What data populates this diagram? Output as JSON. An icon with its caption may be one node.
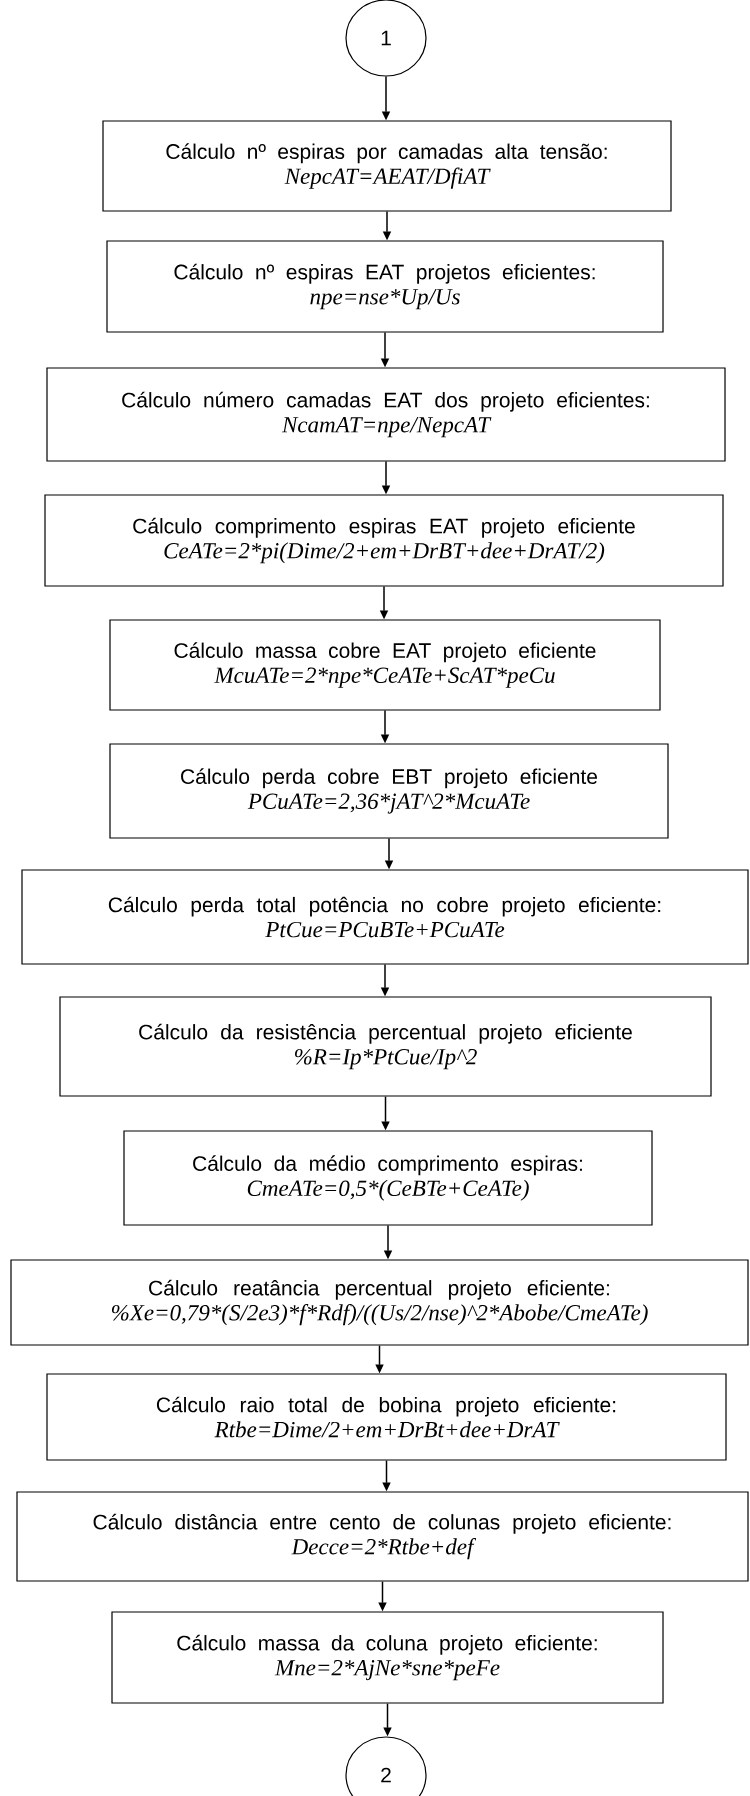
{
  "diagram": {
    "nodes": [
      {
        "text": [
          "1"
        ]
      },
      {
        "text": [
          "Cálculo nº espiras por camadas alta tensão:",
          "NepcAT=AEAT/DfiAT"
        ]
      },
      {
        "text": [
          "Cálculo nº espiras  EAT projetos eficientes:",
          "npe=nse*Up/Us"
        ]
      },
      {
        "text": [
          "Cálculo número camadas EAT dos projeto eficientes:",
          "NcamAT=npe/NepcAT"
        ]
      },
      {
        "text": [
          "Cálculo comprimento espiras EAT projeto eficiente",
          "CeATe=2*pi(Dime/2+em+DrBT+dee+DrAT/2)"
        ]
      },
      {
        "text": [
          "Cálculo massa cobre EAT projeto eficiente",
          "McuATe=2*npe*CeATe+ScAT*peCu"
        ]
      },
      {
        "text": [
          "Cálculo perda cobre EBT projeto eficiente",
          "PCuATe=2,36*jAT^2*McuATe"
        ]
      },
      {
        "text": [
          "Cálculo perda total potência no cobre projeto eficiente:",
          "PtCue=PCuBTe+PCuATe"
        ]
      },
      {
        "text": [
          "Cálculo da resistência percentual projeto eficiente",
          "%R=Ip*PtCue/Ip^2"
        ]
      },
      {
        "text": [
          "Cálculo da médio comprimento espiras:",
          "CmeATe=0,5*(CeBTe+CeATe)"
        ]
      },
      {
        "text": [
          "Cálculo reatância percentual projeto eficiente:",
          "%Xe=0,79*(S/2e3)*f*Rdf)/((Us/2/nse)^2*Abobe/CmeATe)"
        ]
      },
      {
        "text": [
          "Cálculo raio total de bobina projeto eficiente:",
          "Rtbe=Dime/2+em+DrBt+dee+DrAT"
        ]
      },
      {
        "text": [
          "Cálculo distância entre cento de colunas projeto eficiente:",
          "Decce=2*Rtbe+def"
        ]
      },
      {
        "text": [
          "Cálculo massa da coluna projeto eficiente:",
          "Mne=2*AjNe*sne*peFe"
        ]
      },
      {
        "text": [
          "2"
        ]
      }
    ],
    "edges": [
      {
        "from": 0,
        "to": 1,
        "arrow": "to"
      },
      {
        "from": 1,
        "to": 2,
        "arrow": "to"
      },
      {
        "from": 2,
        "to": 3,
        "arrow": "to"
      },
      {
        "from": 3,
        "to": 4,
        "arrow": "to"
      },
      {
        "from": 4,
        "to": 5,
        "arrow": "to"
      },
      {
        "from": 5,
        "to": 6,
        "arrow": "to"
      },
      {
        "from": 6,
        "to": 7,
        "arrow": "to"
      },
      {
        "from": 7,
        "to": 8,
        "arrow": "to"
      },
      {
        "from": 8,
        "to": 9,
        "arrow": "to"
      },
      {
        "from": 9,
        "to": 10,
        "arrow": "to"
      },
      {
        "from": 10,
        "to": 11,
        "arrow": "to"
      },
      {
        "from": 11,
        "to": 12,
        "arrow": "to"
      },
      {
        "from": 12,
        "to": 13,
        "arrow": "to"
      },
      {
        "from": 13,
        "to": 14,
        "arrow": "to"
      }
    ]
  }
}
